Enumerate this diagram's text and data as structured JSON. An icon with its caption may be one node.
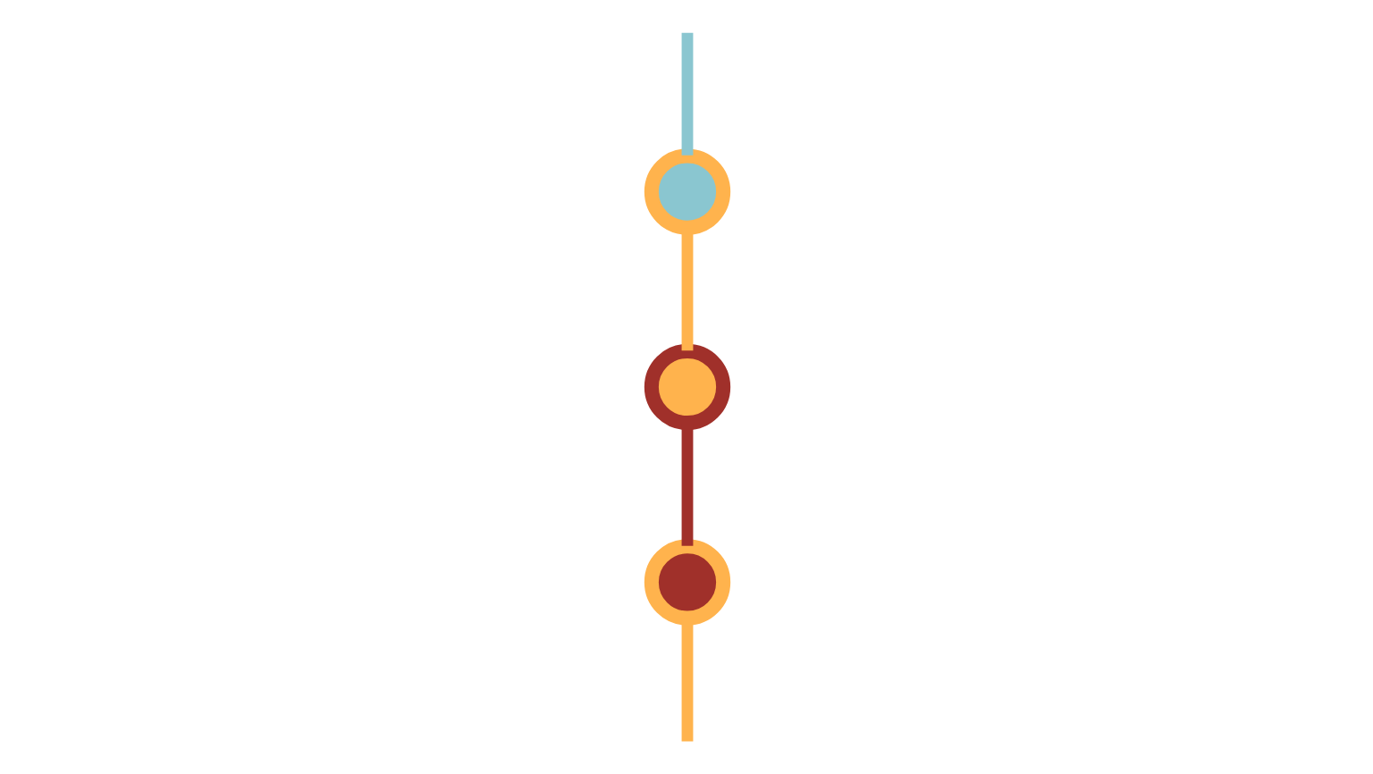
{
  "diagram": {
    "nodes": [
      {
        "text": [],
        "shape": "circle"
      },
      {
        "text": [],
        "shape": "circle"
      },
      {
        "text": [],
        "shape": "circle"
      }
    ],
    "edges": [
      {
        "from": null,
        "to": 0,
        "arrow": "none",
        "color": "#8ac6d0"
      },
      {
        "from": 0,
        "to": 1,
        "arrow": "none",
        "color": "#ffb34d"
      },
      {
        "from": 1,
        "to": 2,
        "arrow": "none",
        "color": "#a0302a"
      },
      {
        "from": 2,
        "to": null,
        "arrow": "none",
        "color": "#ffb34d"
      }
    ]
  }
}
